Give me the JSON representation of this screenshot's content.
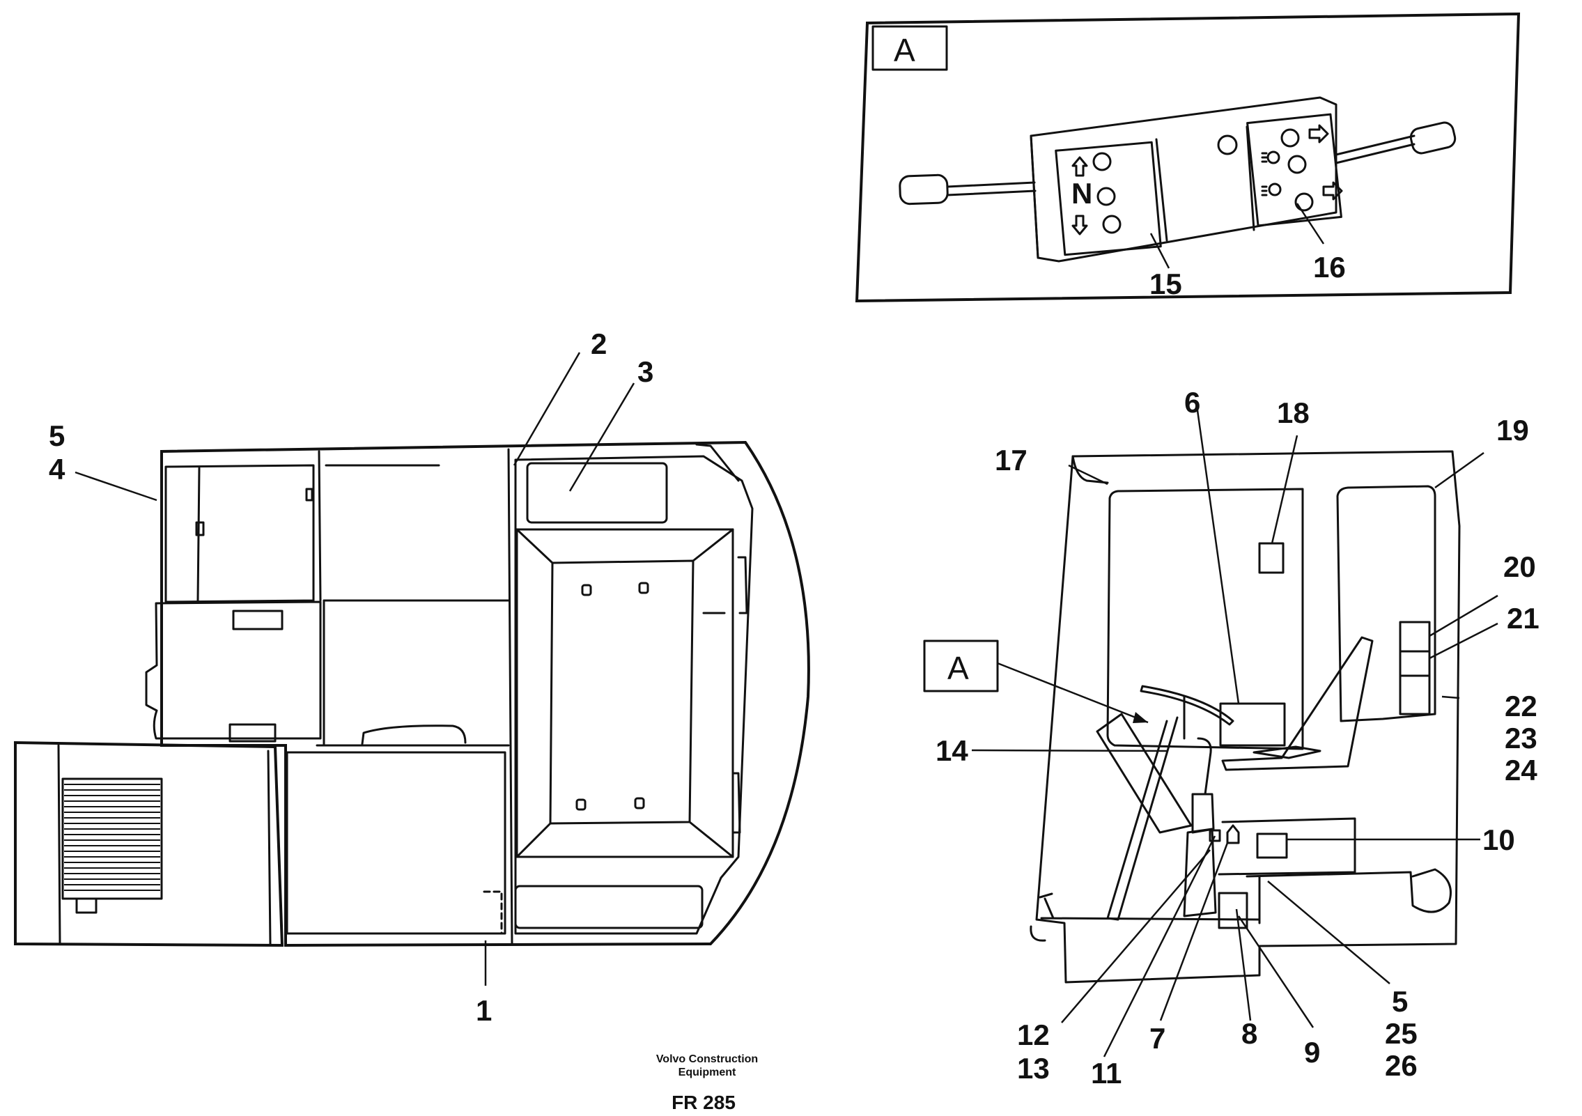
{
  "detail_box_label": "A",
  "callout_box_label": "A",
  "switch_symbol": "N",
  "footer": {
    "company_line1": "Volvo Construction",
    "company_line2": "Equipment",
    "drawing_code": "FR 285"
  },
  "labels": {
    "l1": "1",
    "l2": "2",
    "l3": "3",
    "l4": "4",
    "l5": "5",
    "l6": "6",
    "l7": "7",
    "l8": "8",
    "l9": "9",
    "l10": "10",
    "l11": "11",
    "l12": "12",
    "l13": "13",
    "l14": "14",
    "l15": "15",
    "l16": "16",
    "l17": "17",
    "l18": "18",
    "l19": "19",
    "l20": "20",
    "l21": "21",
    "l22": "22",
    "l23": "23",
    "l24": "24",
    "l5b": "5",
    "l25": "25",
    "l26": "26"
  }
}
